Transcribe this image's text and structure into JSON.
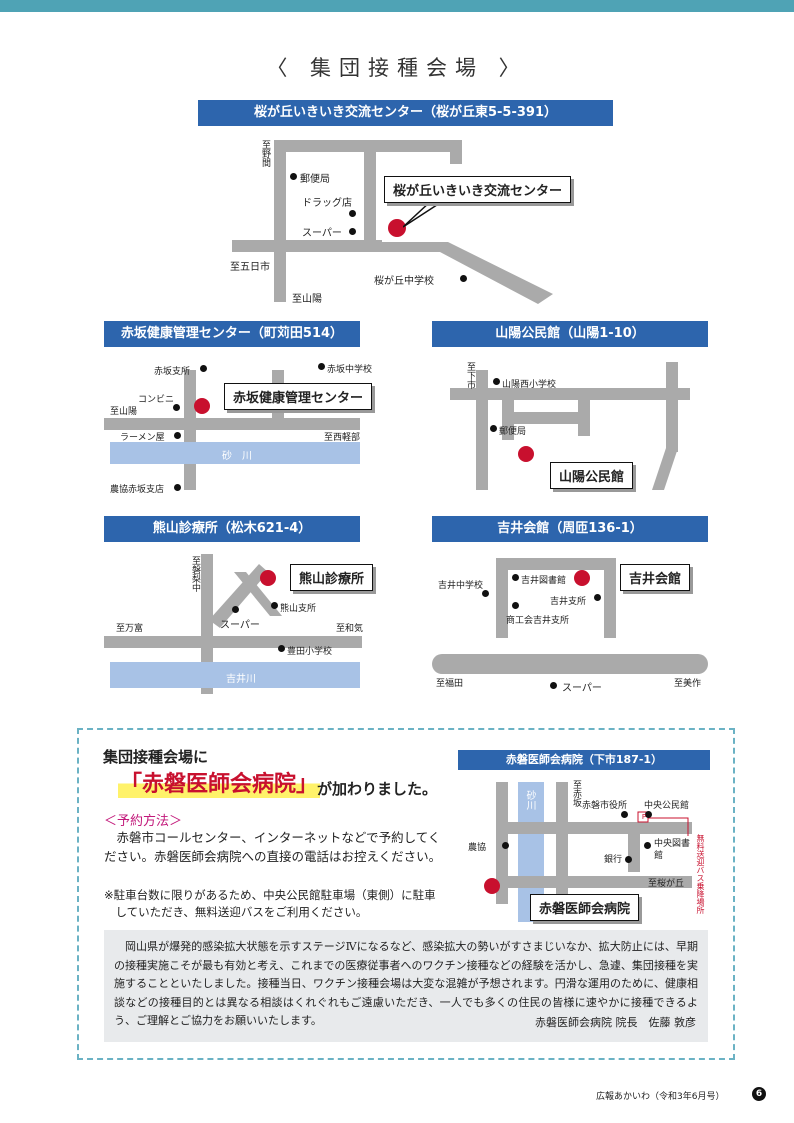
{
  "page_title": "〈 集団接種会場 〉",
  "venues": {
    "sakuragaoka": {
      "header": "桜が丘いきいき交流センター（桜が丘東5-5-391）",
      "callout": "桜が丘いきいき交流センター",
      "labels": {
        "noma": "至野間",
        "post": "郵便局",
        "drug": "ドラッグ店",
        "super": "スーパー",
        "itsukaichi": "至五日市",
        "sanyo": "至山陽",
        "school": "桜が丘中学校"
      }
    },
    "akasaka": {
      "header": "赤坂健康管理センター（町苅田514）",
      "callout": "赤坂健康管理センター",
      "labels": {
        "branch": "赤坂支所",
        "jhs": "赤坂中学校",
        "conv": "コンビニ",
        "sanyo": "至山陽",
        "ramen": "ラーメン屋",
        "nishigaru": "至西軽部",
        "river": "砂　川",
        "noukyo": "農協赤坂支店"
      }
    },
    "sanyo": {
      "header": "山陽公民館（山陽1-10）",
      "callout": "山陽公民館",
      "labels": {
        "shimoichi": "至下市",
        "school": "山陽西小学校",
        "post": "郵便局"
      }
    },
    "kumayama": {
      "header": "熊山診療所（松木621-4）",
      "callout": "熊山診療所",
      "labels": {
        "iwanashi": "至磐梨中",
        "branch": "熊山支所",
        "super": "スーパー",
        "mantomi": "至万富",
        "waki": "至和気",
        "school": "豊田小学校",
        "river": "吉井川"
      }
    },
    "yoshii": {
      "header": "吉井会館（周匝136-1）",
      "callout": "吉井会館",
      "labels": {
        "jhs": "吉井中学校",
        "library": "吉井図書館",
        "branch": "吉井支所",
        "shokokai": "商工会吉井支所",
        "fukuda": "至福田",
        "super": "スーパー",
        "mimasaka": "至美作"
      }
    }
  },
  "notice": {
    "line1": "集団接種会場に",
    "hospital": "「赤磐医師会病院」",
    "line2": "が加わりました。",
    "reserve_heading": "＜予約方法＞",
    "reserve_body": "赤磐市コールセンター、インターネットなどで予約してください。赤磐医師会病院への直接の電話はお控えください。",
    "parking_note": "※駐車台数に限りがあるため、中央公民館駐車場（東側）に駐車していただき、無料送迎バスをご利用ください。",
    "map": {
      "header": "赤磐医師会病院（下市187-1）",
      "callout": "赤磐医師会病院",
      "labels": {
        "river": "砂川",
        "akasaka": "至赤坂",
        "cityhall": "赤磐市役所",
        "kominkan": "中央公民館",
        "noukyo": "農協",
        "library": "中央図書館",
        "bank": "銀行",
        "sakuragaoka": "至桜が丘",
        "bus": "無料送迎バス乗降場所",
        "p": "P"
      }
    },
    "message": "岡山県が爆発的感染拡大状態を示すステージⅣになるなど、感染拡大の勢いがすさまじいなか、拡大防止には、早期の接種実施こそが最も有効と考え、これまでの医療従事者へのワクチン接種などの経験を活かし、急遽、集団接種を実施することといたしました。接種当日、ワクチン接種会場は大変な混雑が予想されます。円滑な運用のために、健康相談などの接種目的とは異なる相談はくれぐれもご遠慮いただき、一人でも多くの住民の皆様に速やかに接種できるよう、ご理解とご協力をお願いいたします。",
    "signature": "赤磐医師会病院 院長　佐藤 敦彦"
  },
  "footer": {
    "publication": "広報あかいわ（令和3年6月号）",
    "page": "6"
  }
}
